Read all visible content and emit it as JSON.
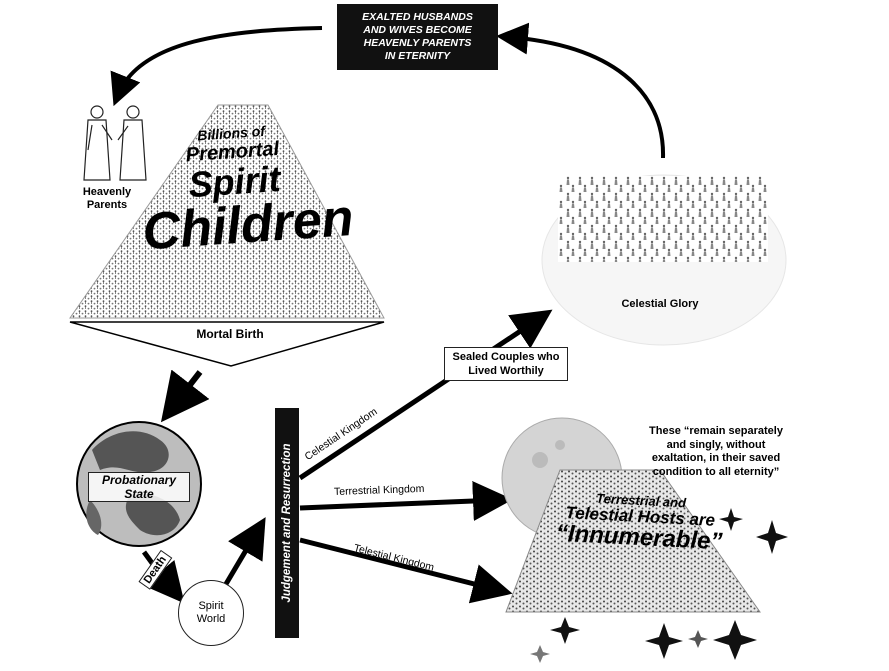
{
  "banner": {
    "line1": "EXALTED HUSBANDS",
    "line2": "AND WIVES BECOME",
    "line3": "HEAVENLY PARENTS",
    "line4": "IN ETERNITY"
  },
  "heavenly_parents": {
    "line1": "Heavenly",
    "line2": "Parents"
  },
  "spirit_children": {
    "line1": "Billions of",
    "line2": "Premortal",
    "line3": "Spirit",
    "line4": "Children"
  },
  "mortal_birth": "Mortal Birth",
  "probationary_state": {
    "line1": "Probationary",
    "line2": "State"
  },
  "death": "Death",
  "spirit_world": {
    "line1": "Spirit",
    "line2": "World"
  },
  "judgement": "Judgement and Resurrection",
  "kingdoms": {
    "celestial": "Celestial Kingdom",
    "terrestrial": "Terrestrial Kingdom",
    "telestial": "Telestial Kingdom"
  },
  "sealed_couples": {
    "line1": "Sealed Couples who",
    "line2": "Lived Worthily"
  },
  "celestial_glory": "Celestial Glory",
  "quote": {
    "line1": "These “remain separately",
    "line2": "and singly, without",
    "line3": "exaltation, in their saved",
    "line4": "condition to all eternity”"
  },
  "hosts": {
    "line1": "Terrestrial and",
    "line2": "Telestial Hosts are",
    "line3": "“Innumerable”"
  }
}
